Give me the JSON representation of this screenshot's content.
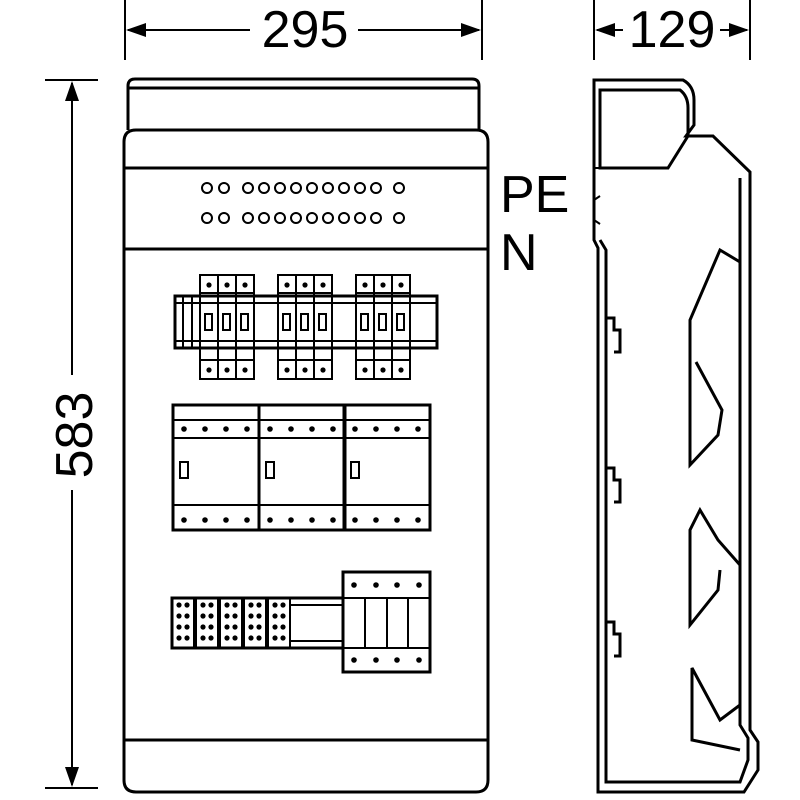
{
  "dimensions": {
    "width": "295",
    "depth": "129",
    "height": "583"
  },
  "labels": {
    "pe": "PE",
    "n": "N"
  },
  "colors": {
    "line": "#000000",
    "background": "#ffffff"
  }
}
